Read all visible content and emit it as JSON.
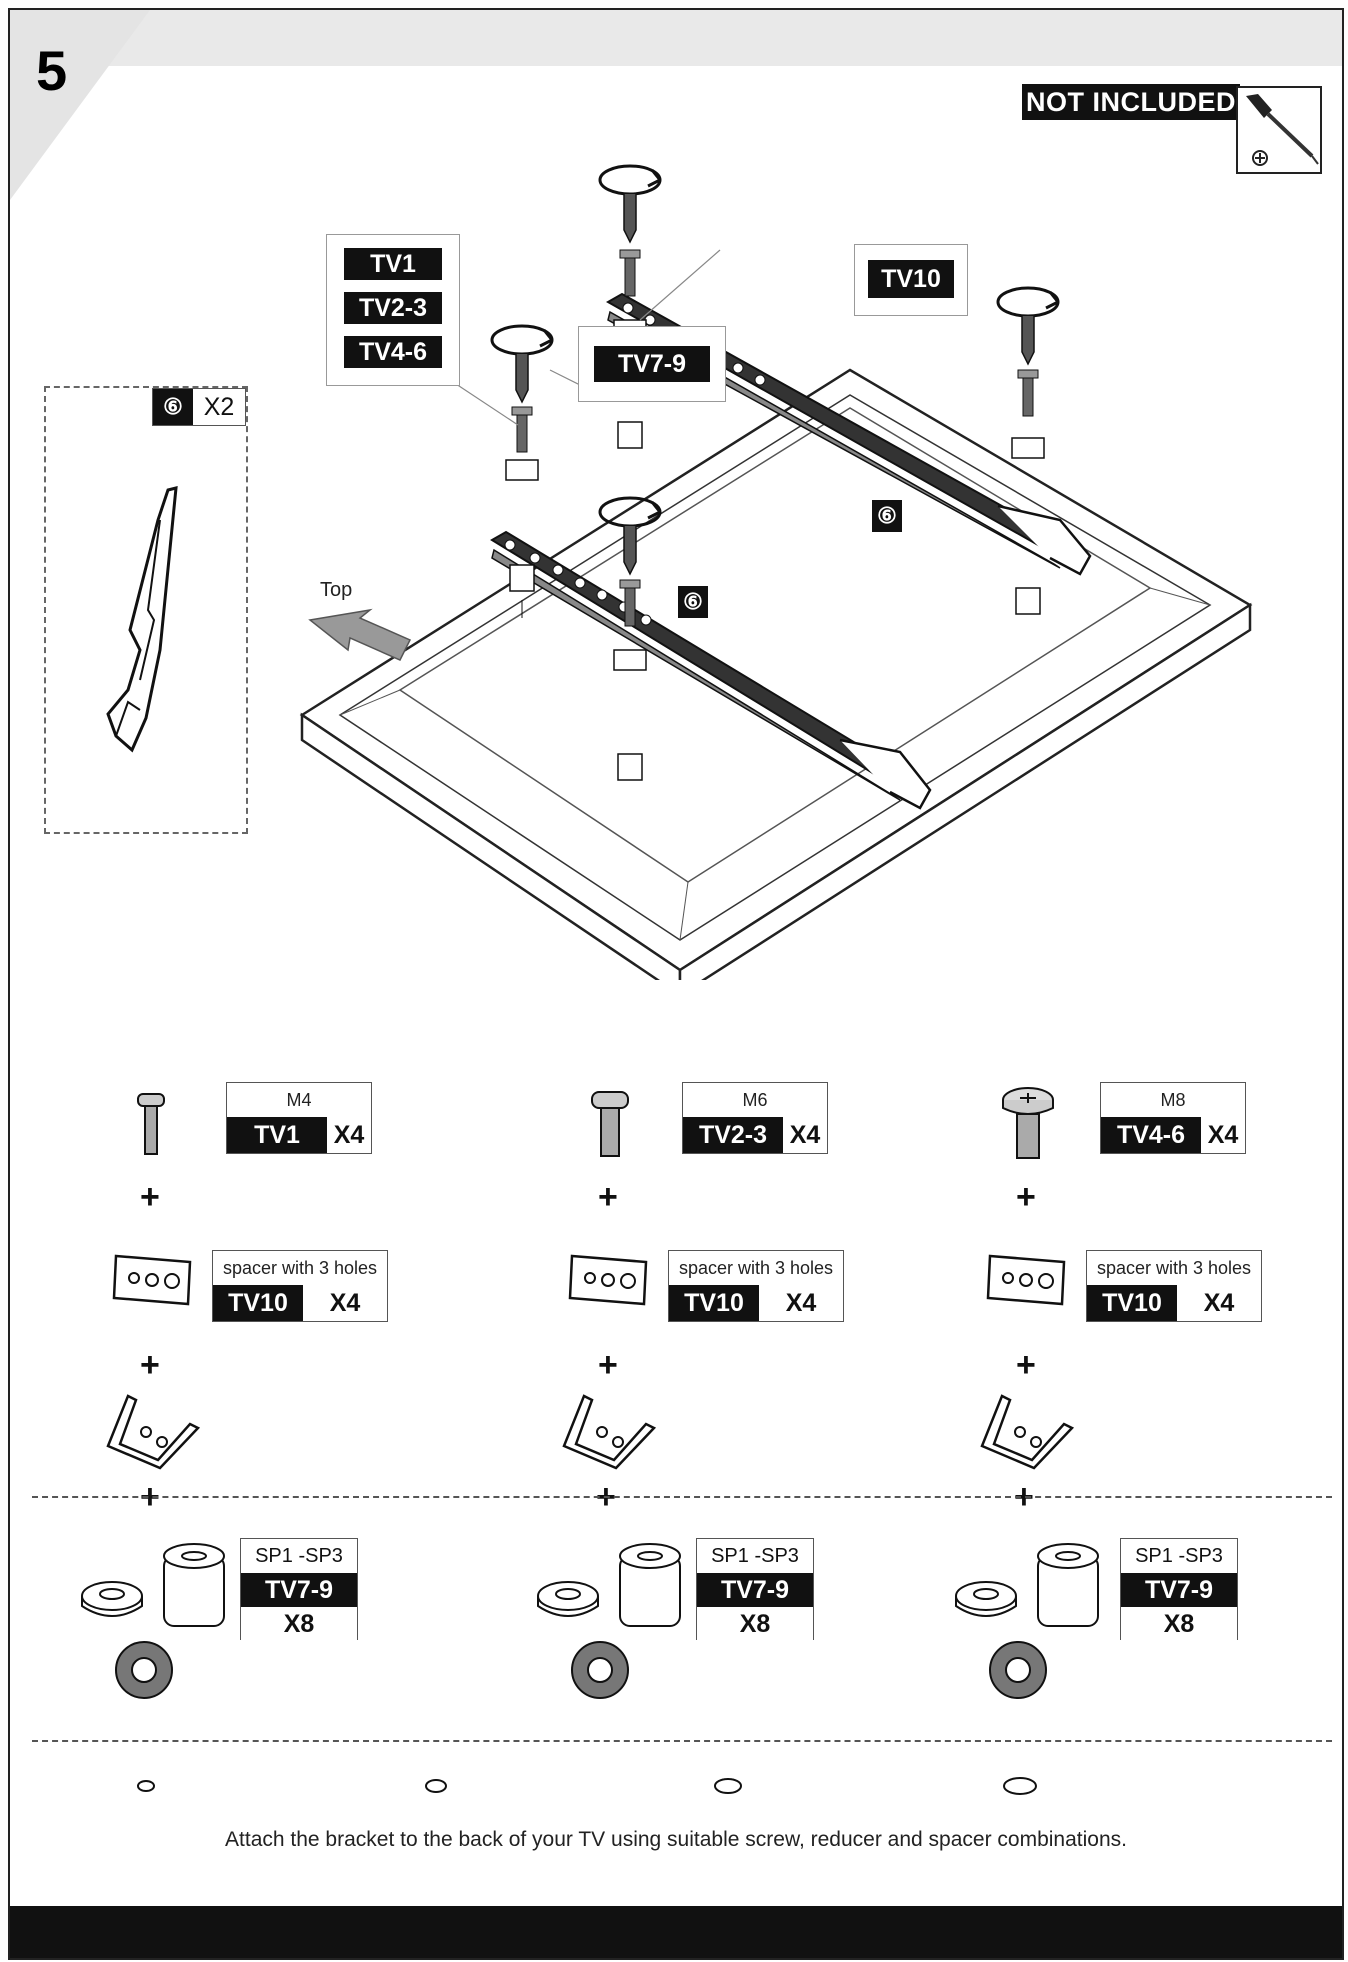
{
  "step_number": "5",
  "not_included_label": "NOT INCLUDED",
  "tool_icon": "phillips-screwdriver-icon",
  "inset": {
    "circle_num": "⑥",
    "qty": "X2"
  },
  "top_label": "Top",
  "tv_labels": {
    "tv1": "TV1",
    "tv2_3": "TV2-3",
    "tv4_6": "TV4-6",
    "tv7_9": "TV7-9",
    "tv10": "TV10"
  },
  "bracket_callouts": [
    "⑥",
    "⑥"
  ],
  "columns": [
    {
      "screw": "M4",
      "tv": "TV1",
      "screw_qty": "X4",
      "spacer_label": "spacer with 3 holes",
      "spacer_tv": "TV10",
      "spacer_qty": "X4",
      "sp_label": "SP1 -SP3",
      "sp_tv": "TV7-9",
      "sp_qty": "X8"
    },
    {
      "screw": "M6",
      "tv": "TV2-3",
      "screw_qty": "X4",
      "spacer_label": "spacer with 3 holes",
      "spacer_tv": "TV10",
      "spacer_qty": "X4",
      "sp_label": "SP1 -SP3",
      "sp_tv": "TV7-9",
      "sp_qty": "X8"
    },
    {
      "screw": "M8",
      "tv": "TV4-6",
      "screw_qty": "X4",
      "spacer_label": "spacer with 3 holes",
      "spacer_tv": "TV10",
      "spacer_qty": "X4",
      "sp_label": "SP1 -SP3",
      "sp_tv": "TV7-9",
      "sp_qty": "X8"
    }
  ],
  "plus_sign": "+",
  "caption": "Attach the bracket to the back of your TV using suitable screw, reducer and spacer combinations."
}
